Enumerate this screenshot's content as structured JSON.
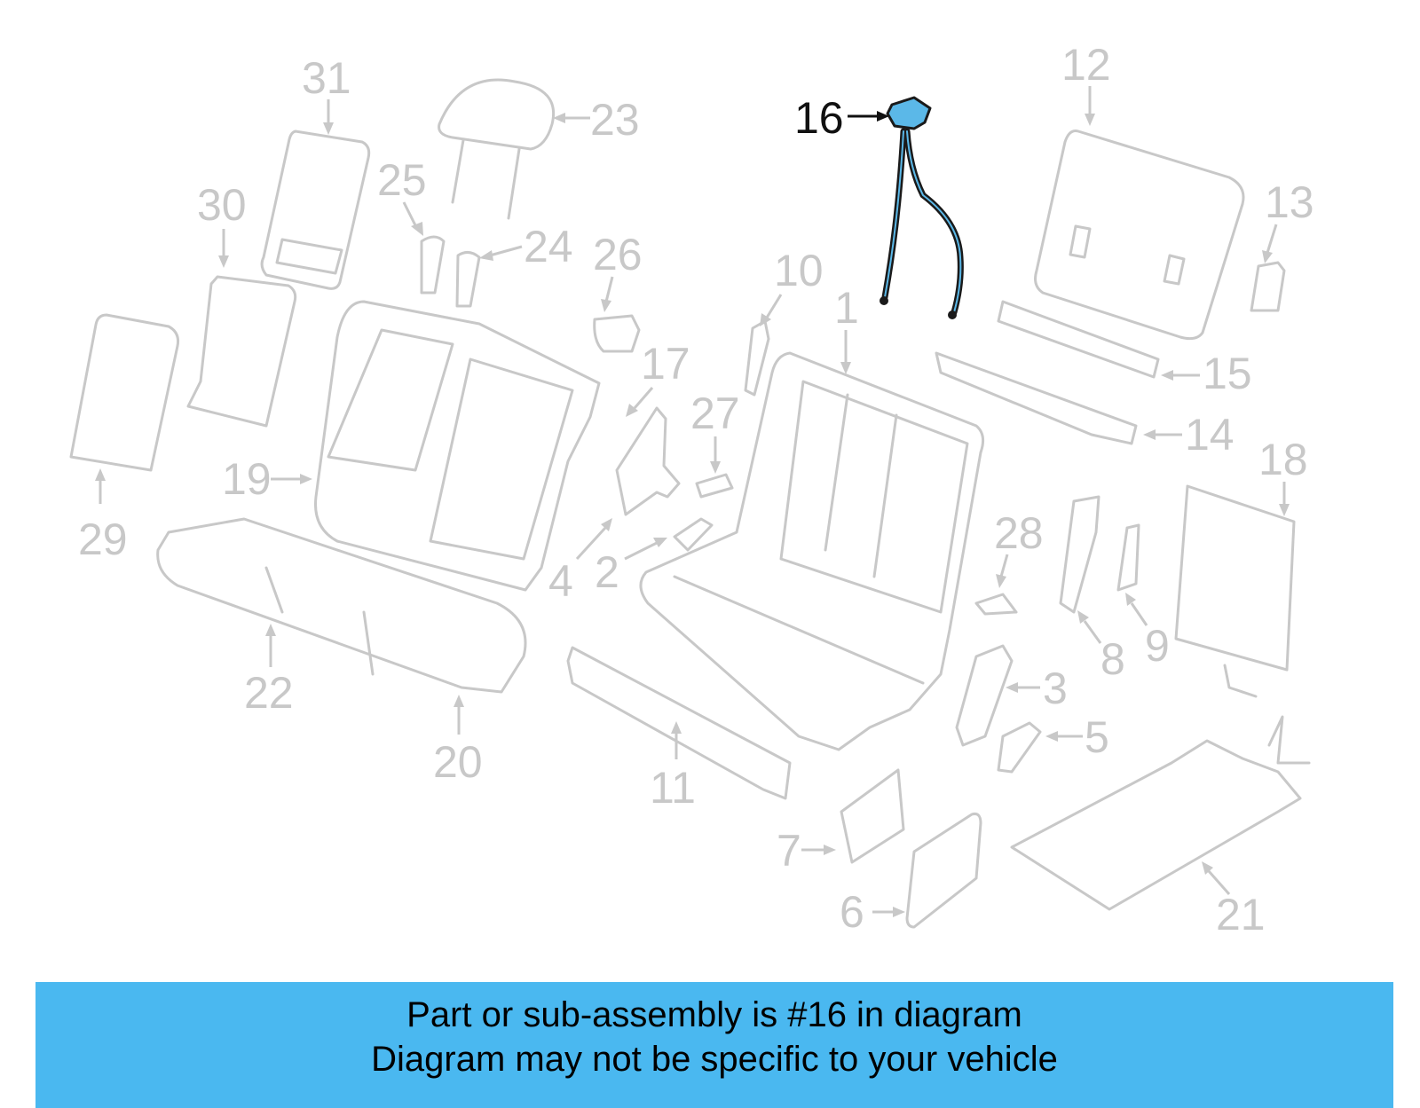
{
  "diagram": {
    "highlighted_callout": "16",
    "callouts": [
      "1",
      "2",
      "3",
      "4",
      "5",
      "6",
      "7",
      "8",
      "9",
      "10",
      "11",
      "12",
      "13",
      "14",
      "15",
      "16",
      "17",
      "18",
      "19",
      "20",
      "21",
      "22",
      "23",
      "24",
      "25",
      "26",
      "27",
      "28",
      "29",
      "30",
      "31"
    ],
    "colors": {
      "highlight_fill": "#5bb8e8",
      "highlight_label": "#111111",
      "part_outline": "#c8c8c8",
      "banner_background": "#4ab8f0"
    }
  },
  "banner": {
    "line1": "Part or sub-assembly is #16 in diagram",
    "line2": "Diagram may not be specific to your vehicle"
  }
}
